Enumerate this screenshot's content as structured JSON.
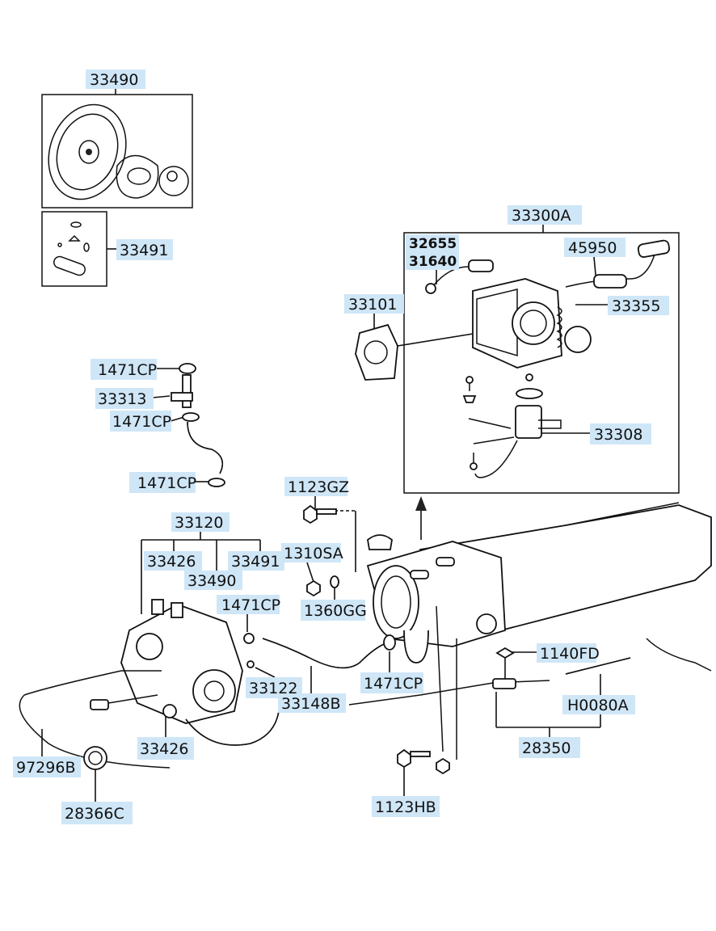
{
  "colors": {
    "label_highlight": "#cfe6f7",
    "line": "#111111",
    "background": "#ffffff"
  },
  "labels": {
    "p33490_top": "33490",
    "p33491_kit": "33491",
    "p33300A": "33300A",
    "p32655": "32655",
    "p31640": "31640",
    "p45950": "45950",
    "p33101": "33101",
    "p33355": "33355",
    "p33308": "33308",
    "p1471CP_a": "1471CP",
    "p33313": "33313",
    "p1471CP_b": "1471CP",
    "p1471CP_c": "1471CP",
    "p1123GZ": "1123GZ",
    "p33120": "33120",
    "p33426_top": "33426",
    "p33491_grp": "33491",
    "p33490_grp": "33490",
    "p1310SA": "1310SA",
    "p1360GG": "1360GG",
    "p1471CP_d": "1471CP",
    "p33122": "33122",
    "p1471CP_e": "1471CP",
    "p33148B": "33148B",
    "p1140FD": "1140FD",
    "pH0080A": "H0080A",
    "p28350": "28350",
    "p33426_bot": "33426",
    "p97296B": "97296B",
    "p28366C": "28366C",
    "p1123HB": "1123HB"
  }
}
